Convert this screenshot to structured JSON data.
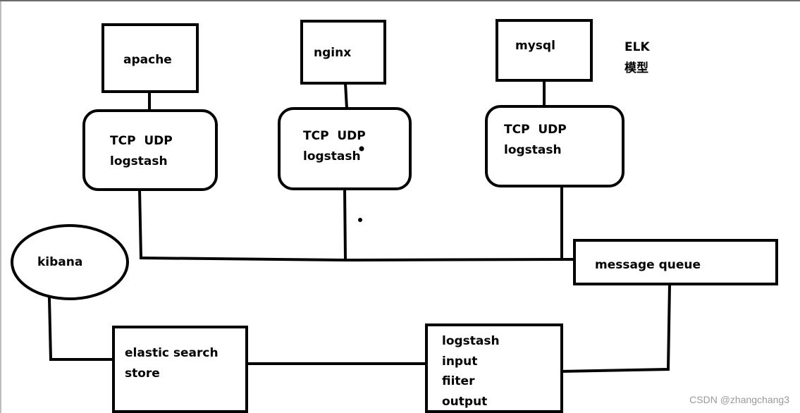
{
  "diagram": {
    "title": "ELK",
    "title_sub": "模型",
    "sources": [
      {
        "name": "apache"
      },
      {
        "name": "nginx"
      },
      {
        "name": "mysql"
      }
    ],
    "shippers": [
      {
        "line1": "TCP  UDP",
        "line2": "logstash"
      },
      {
        "line1": "TCP  UDP",
        "line2": "logstash"
      },
      {
        "line1": "TCP  UDP",
        "line2": "logstash"
      }
    ],
    "queue": {
      "label": "message queue"
    },
    "kibana": {
      "label": "kibana"
    },
    "storage": {
      "line1": "elastic search",
      "line2": "store"
    },
    "processor": {
      "line1": "logstash",
      "line2": "input",
      "line3": "fiiter",
      "line4": "output"
    }
  },
  "watermark": "CSDN @zhangchang3",
  "colors": {
    "ink": "#000000",
    "background": "#ffffff",
    "watermark": "#9a9a9a"
  }
}
